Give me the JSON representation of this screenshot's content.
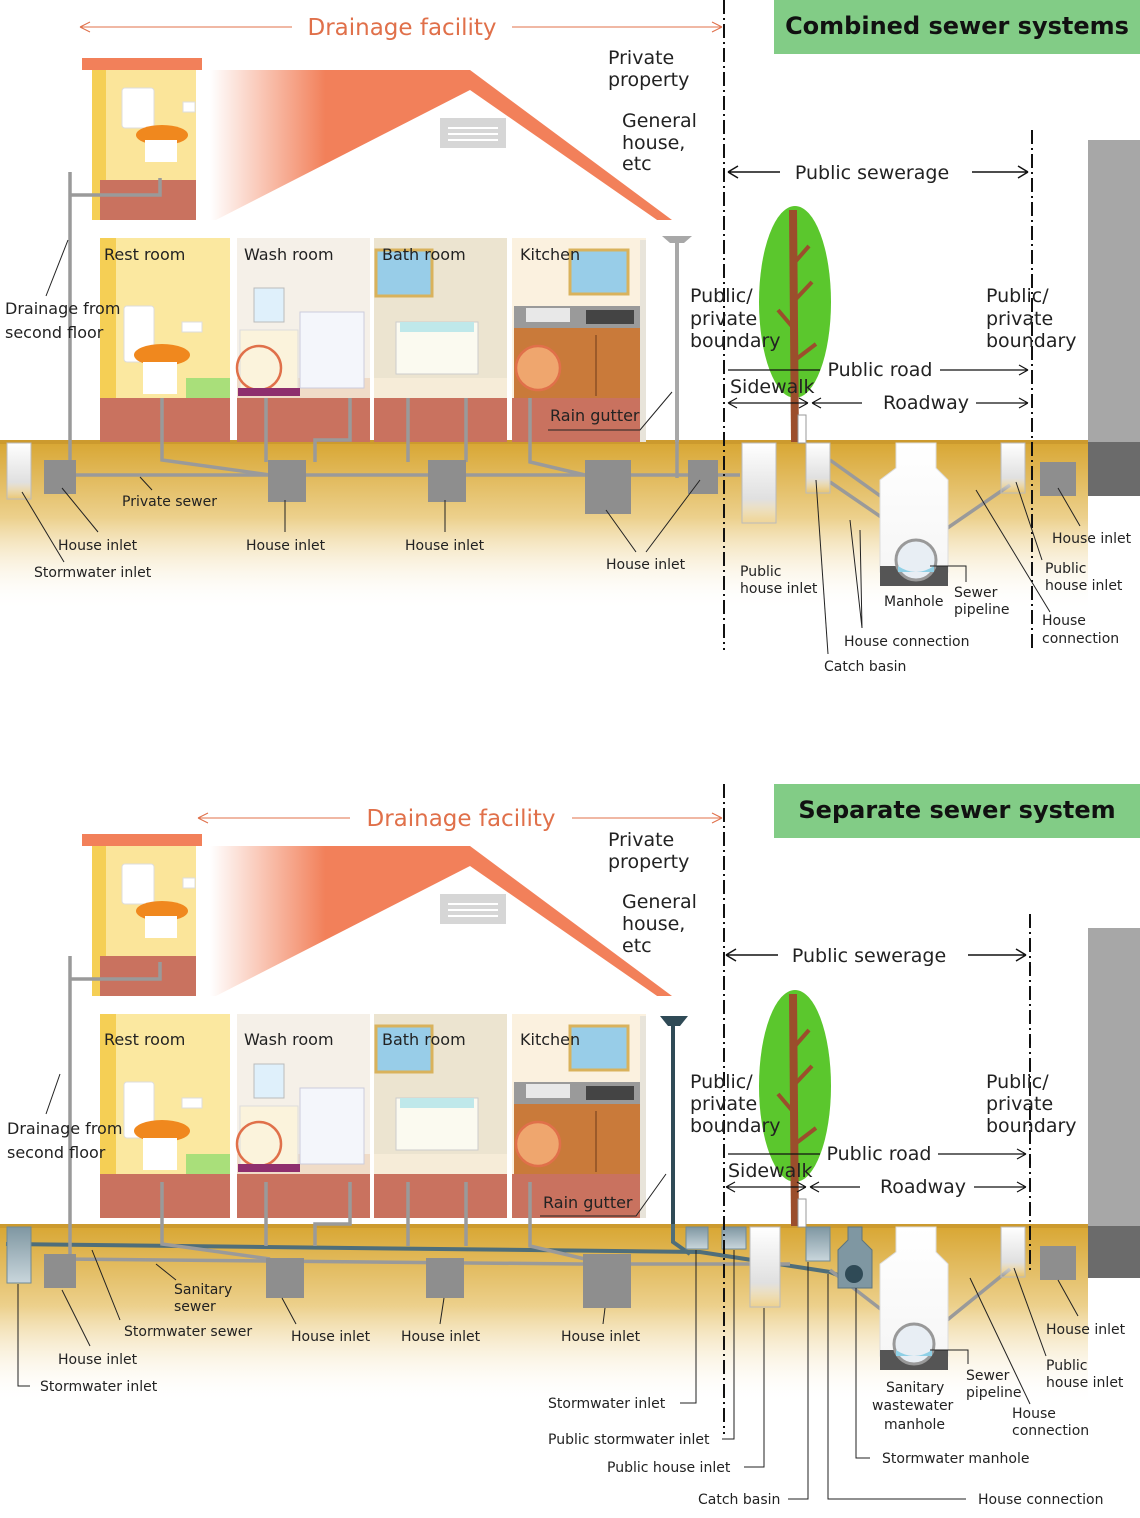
{
  "top": {
    "banner": "Combined sewer systems",
    "drainage_facility": "Drainage facility",
    "private_property": [
      "Private",
      "property"
    ],
    "general_house": [
      "General",
      "house,",
      "etc"
    ],
    "public_sewerage": "Public sewerage",
    "boundary_left": [
      "Public/",
      "private",
      "boundary"
    ],
    "boundary_right": [
      "Public/",
      "private",
      "boundary"
    ],
    "public_road": "Public road",
    "sidewalk": "Sidewalk",
    "roadway": "Roadway",
    "rooms": [
      "Rest room",
      "Wash room",
      "Bath room",
      "Kitchen"
    ],
    "rain_gutter": "Rain gutter",
    "drainage_second_floor": [
      "Drainage from",
      "second floor"
    ],
    "private_sewer": "Private sewer",
    "house_inlet": "House inlet",
    "stormwater_inlet": "Stormwater inlet",
    "public_house_inlet": [
      "Public",
      "house inlet"
    ],
    "catch_basin": "Catch basin",
    "house_connection": "House connection",
    "manhole": "Manhole",
    "sewer_pipeline": [
      "Sewer",
      "pipeline"
    ],
    "house_connection_2": [
      "House",
      "connection"
    ]
  },
  "bottom": {
    "banner": "Separate sewer system",
    "drainage_facility": "Drainage facility",
    "private_property": [
      "Private",
      "property"
    ],
    "general_house": [
      "General",
      "house,",
      "etc"
    ],
    "public_sewerage": "Public sewerage",
    "boundary_left": [
      "Public/",
      "private",
      "boundary"
    ],
    "boundary_right": [
      "Public/",
      "private",
      "boundary"
    ],
    "public_road": "Public road",
    "sidewalk": "Sidewalk",
    "roadway": "Roadway",
    "rooms": [
      "Rest room",
      "Wash room",
      "Bath room",
      "Kitchen"
    ],
    "rain_gutter": "Rain gutter",
    "drainage_second_floor": [
      "Drainage from",
      "second floor"
    ],
    "sanitary_sewer": [
      "Sanitary",
      "sewer"
    ],
    "stormwater_sewer": "Stormwater sewer",
    "house_inlet": "House inlet",
    "stormwater_inlet": "Stormwater inlet",
    "public_stormwater_inlet": "Public stormwater inlet",
    "public_house_inlet": "Public house inlet",
    "public_house_inlet_2": [
      "Public",
      "house inlet"
    ],
    "catch_basin": "Catch basin",
    "house_connection": "House connection",
    "house_connection_2": [
      "House",
      "connection"
    ],
    "sanitary_manhole": [
      "Sanitary",
      "wastewater",
      "manhole"
    ],
    "sewer_pipeline": [
      "Sewer",
      "pipeline"
    ],
    "stormwater_manhole": "Stormwater manhole"
  },
  "colors": {
    "roof": "#f2805a",
    "ground": "#d9a93a",
    "tree": "#5bc72d",
    "banner": "#82cc86",
    "drainage_text": "#e0704a",
    "pipe": "#9a9a9a",
    "storm_pipe": "#4f6e7a"
  }
}
